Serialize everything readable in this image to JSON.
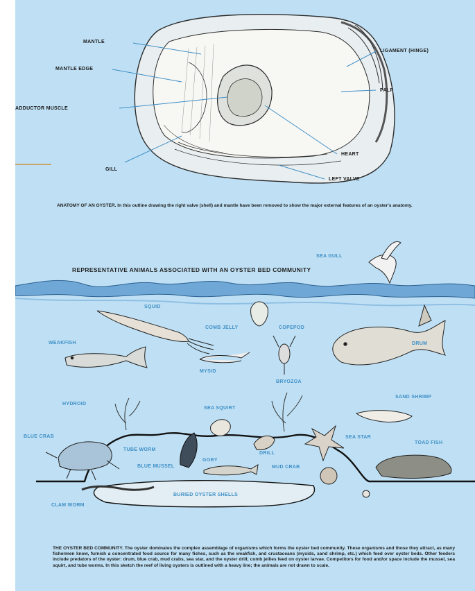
{
  "anatomy": {
    "labels": {
      "mantle": "MANTLE",
      "mantle_edge": "MANTLE EDGE",
      "adductor": "ADDUCTOR MUSCLE",
      "gill": "GILL",
      "ligament": "LIGAMENT (HINGE)",
      "palp": "PALP",
      "heart": "HEART",
      "left_valve": "LEFT VALVE"
    },
    "caption": "ANATOMY OF AN OYSTER. In this outline drawing the right valve (shell) and mantle have been removed to show the major external features of an oyster's anatomy."
  },
  "community": {
    "title": "REPRESENTATIVE ANIMALS ASSOCIATED WITH AN OYSTER BED COMMUNITY",
    "labels": {
      "sea_gull": "SEA GULL",
      "squid": "SQUID",
      "comb_jelly": "COMB JELLY",
      "copepod": "COPEPOD",
      "weakfish": "WEAKFISH",
      "drum": "DRUM",
      "mysid": "MYSID",
      "bryozoa": "BRYOZOA",
      "hydroid": "HYDROID",
      "sea_squirt": "SEA SQUIRT",
      "sand_shrimp": "SAND SHRIMP",
      "blue_crab": "BLUE CRAB",
      "tube_worm": "TUBE WORM",
      "sea_star": "SEA STAR",
      "toad_fish": "TOAD FISH",
      "blue_mussel": "BLUE MUSSEL",
      "goby": "GOBY",
      "drill": "DRILL",
      "mud_crab": "MUD CRAB",
      "buried_shells": "BURIED OYSTER SHELLS",
      "clam_worm": "CLAM WORM"
    },
    "caption": "THE OYSTER BED COMMUNITY. The oyster dominates the complex assemblage of organisms which forms the oyster bed community. These organisms and those they attract, as many fishermen know, furnish a concentrated food source for many fishes, such as the weakfish, and crustaceans (mysids, sand shrimp, etc.) which feed over oyster beds. Other feeders include predators of the oyster: drum, blue crab, mud crabs, sea star, and the oyster drill; comb jellies feed on oyster larvae. Competitors for food and/or space include the mussel, sea squirt, and tube worms. In this sketch the reef of living oysters is outlined with a heavy line; the animals are not drawn to scale."
  }
}
